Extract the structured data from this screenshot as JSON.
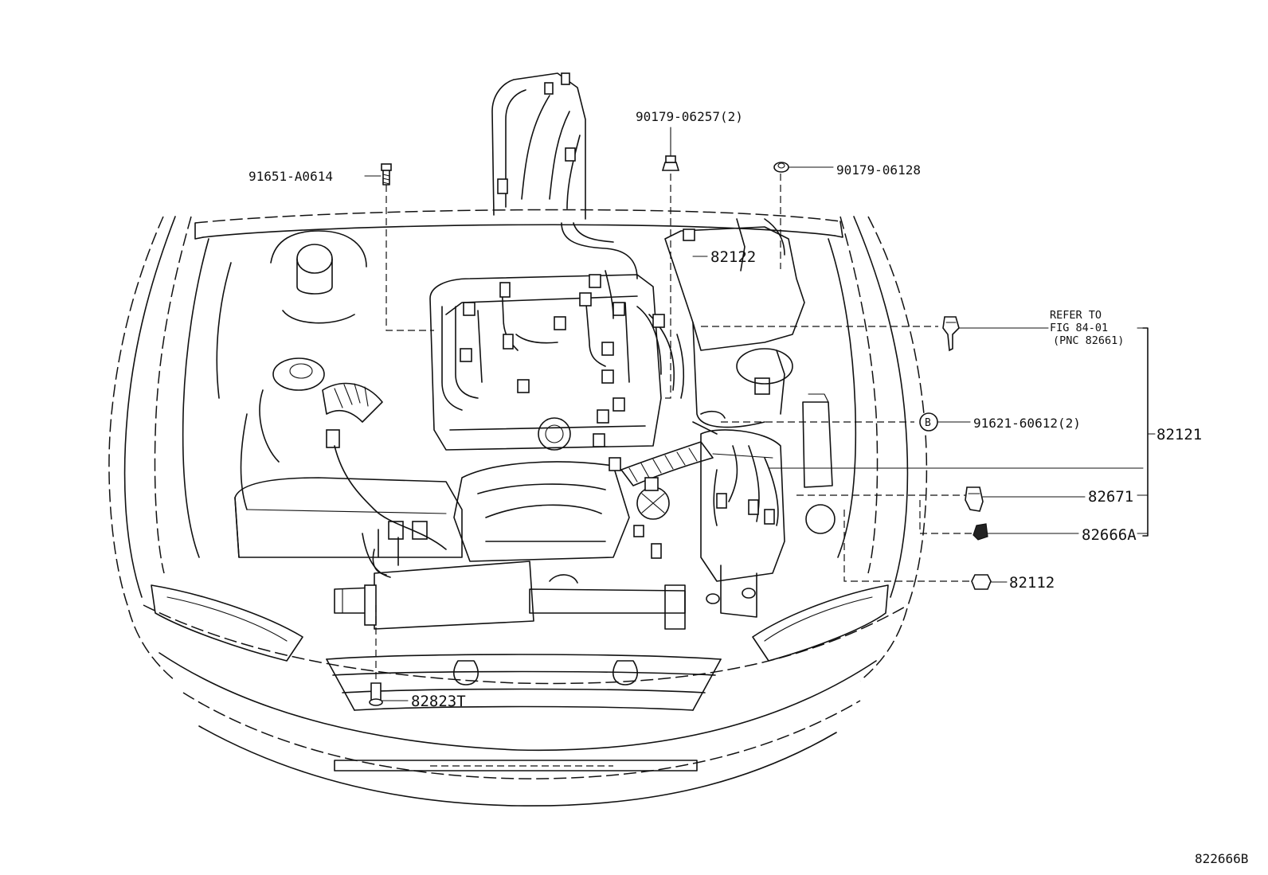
{
  "diagram": {
    "ref_code": "822666B",
    "refer_note": {
      "line1": "REFER TO",
      "line2": "FIG 84-01",
      "line3": "(PNC 82661)"
    },
    "callouts": {
      "bolt_left": "91651-A0614",
      "nut_top": "90179-06257(2)",
      "nut_right": "90179-06128",
      "harness_battery": "82122",
      "bolt_b": "91621-60612(2)",
      "harness_main": "82121",
      "clamp_82671": "82671",
      "clamp_82666a": "82666A",
      "fuse_82112": "82112",
      "clip_front": "82823T"
    },
    "circle_marker": "B"
  }
}
